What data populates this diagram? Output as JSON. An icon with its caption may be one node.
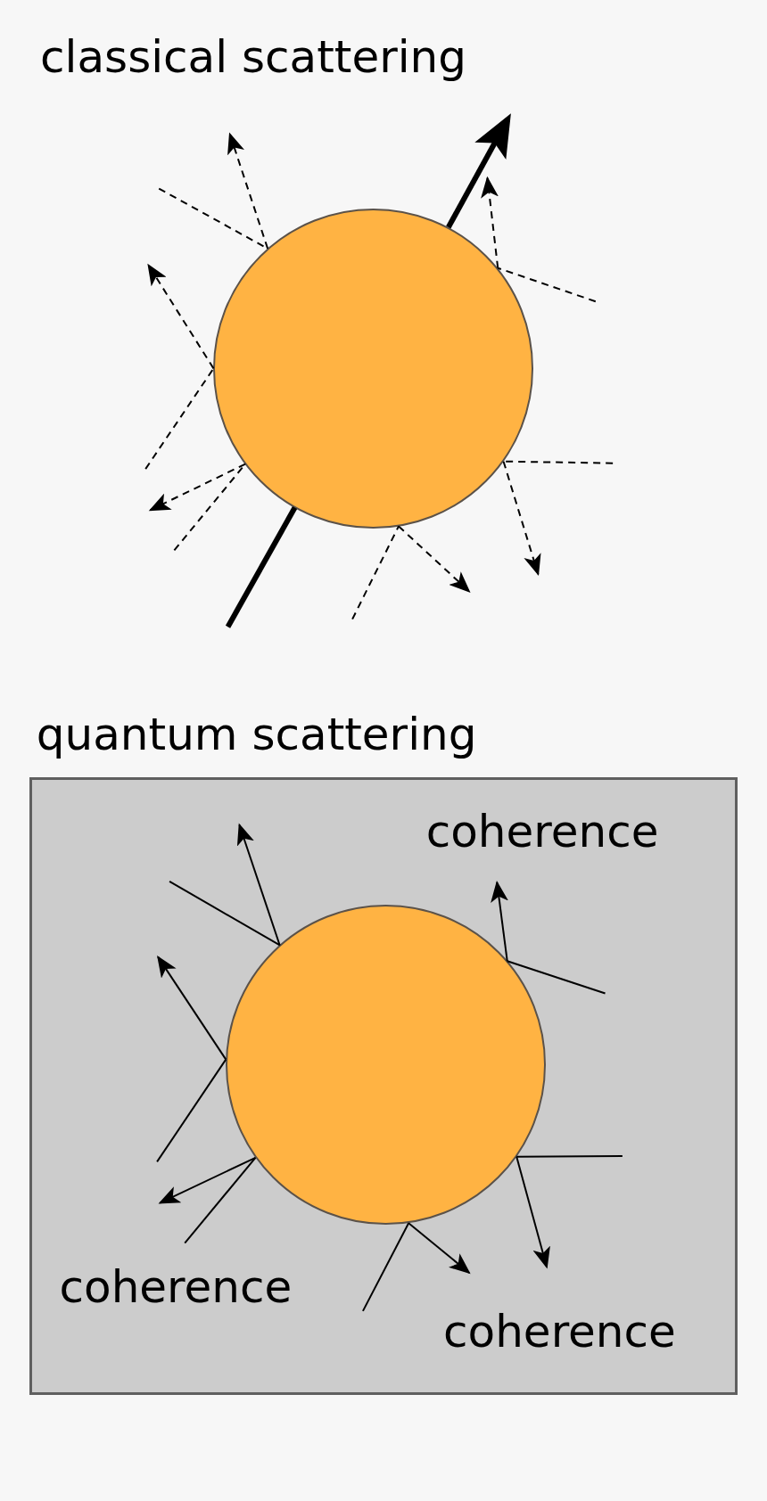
{
  "diagram": {
    "nodes": [
      {
        "text": [],
        "shape": "circle"
      },
      {
        "text": [],
        "shape": "box"
      },
      {
        "text": [],
        "shape": "circle",
        "in": 1
      }
    ],
    "edges": [
      {
        "from": null,
        "to": 0,
        "arrow": "none",
        "style": "thick"
      },
      {
        "from": 0,
        "to": null,
        "arrow": "to",
        "style": "thick"
      },
      {
        "from": null,
        "to": 0,
        "arrow": "none",
        "style": "dashed"
      },
      {
        "from": 0,
        "to": null,
        "arrow": "to",
        "style": "dashed"
      },
      {
        "from": null,
        "to": 0,
        "arrow": "none",
        "style": "dashed"
      },
      {
        "from": 0,
        "to": null,
        "arrow": "to",
        "style": "dashed"
      },
      {
        "from": null,
        "to": 0,
        "arrow": "none",
        "style": "dashed"
      },
      {
        "from": 0,
        "to": null,
        "arrow": "to",
        "style": "dashed"
      },
      {
        "from": null,
        "to": 0,
        "arrow": "none",
        "style": "dashed"
      },
      {
        "from": 0,
        "to": null,
        "arrow": "to",
        "style": "dashed"
      },
      {
        "from": null,
        "to": 0,
        "arrow": "none",
        "style": "dashed"
      },
      {
        "from": 0,
        "to": null,
        "arrow": "to",
        "style": "dashed"
      },
      {
        "from": null,
        "to": 0,
        "arrow": "none",
        "style": "dashed"
      },
      {
        "from": 0,
        "to": null,
        "arrow": "to",
        "style": "dashed"
      },
      {
        "from": null,
        "to": 2,
        "arrow": "none"
      },
      {
        "from": 2,
        "to": null,
        "arrow": "to"
      },
      {
        "from": null,
        "to": 2,
        "arrow": "none"
      },
      {
        "from": 2,
        "to": null,
        "arrow": "to"
      },
      {
        "from": null,
        "to": 2,
        "arrow": "none"
      },
      {
        "from": 2,
        "to": null,
        "arrow": "to"
      },
      {
        "from": null,
        "to": 2,
        "arrow": "none"
      },
      {
        "from": 2,
        "to": null,
        "arrow": "to"
      },
      {
        "from": null,
        "to": 2,
        "arrow": "none"
      },
      {
        "from": 2,
        "to": null,
        "arrow": "to"
      },
      {
        "from": null,
        "to": 2,
        "arrow": "none"
      },
      {
        "from": 2,
        "to": null,
        "arrow": "to"
      }
    ],
    "labels": [
      "classical scattering",
      "quantum scattering",
      "coherence",
      "coherence",
      "coherence"
    ]
  }
}
